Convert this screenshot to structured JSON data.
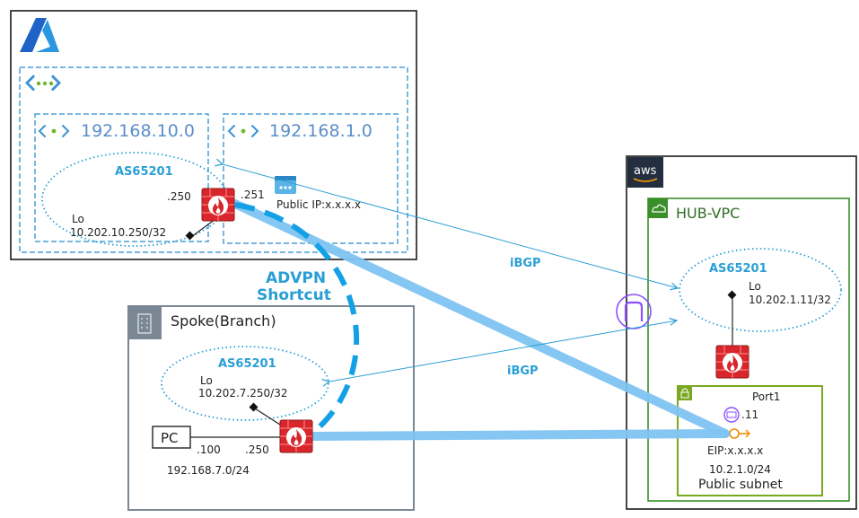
{
  "azure": {
    "vnet_a_cidr": "192.168.10.0",
    "vnet_b_cidr": "192.168.1.0",
    "as_number": "AS65201",
    "fw_ip_left": ".250",
    "fw_ip_right": ".251",
    "lo_label": "Lo",
    "lo_address": "10.202.10.250/32",
    "public_ip": "Public IP:x.x.x.x"
  },
  "advpn": {
    "line1": "ADVPN",
    "line2": "Shortcut"
  },
  "links": {
    "ibgp_top": "iBGP",
    "ibgp_bottom": "iBGP"
  },
  "spoke": {
    "title": "Spoke(Branch)",
    "as_number": "AS65201",
    "lo_label": "Lo",
    "lo_address": "10.202.7.250/32",
    "pc_label": "PC",
    "pc_ip": ".100",
    "fw_ip": ".250",
    "lan_cidr": "192.168.7.0/24"
  },
  "aws": {
    "logo_text": "aws",
    "vpc_title": "HUB-VPC",
    "as_number": "AS65201",
    "lo_label": "Lo",
    "lo_address": "10.202.1.11/32",
    "port_label": "Port1",
    "port_ip": ".11",
    "eip": "EIP:x.x.x.x",
    "subnet_cidr": "10.2.1.0/24",
    "subnet_name": "Public subnet"
  },
  "colors": {
    "azure_blue": "#2a9fd6",
    "text_blue": "#5b8ec9",
    "tunnel_light": "#7fc4f2",
    "tunnel_dashed": "#14a0e6",
    "vpc_green": "#3a8f2a",
    "subnet_green": "#7aa821",
    "firewall_red": "#d9262c",
    "spoke_gray": "#7a8794"
  }
}
